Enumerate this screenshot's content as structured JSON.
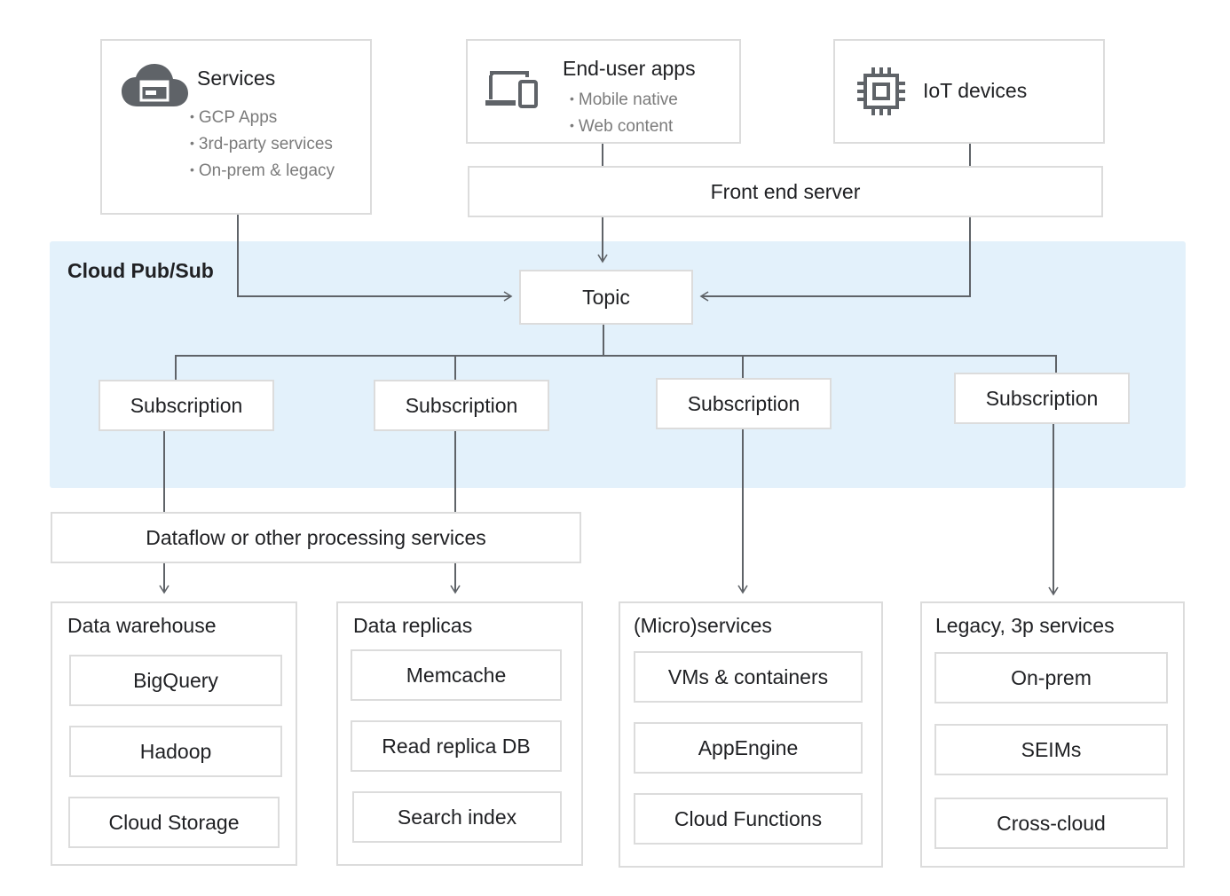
{
  "sources": {
    "services": {
      "title": "Services",
      "items": [
        "GCP Apps",
        "3rd-party services",
        "On-prem & legacy"
      ],
      "icon": "cloud-icon"
    },
    "enduser": {
      "title": "End-user apps",
      "items": [
        "Mobile native",
        "Web content"
      ],
      "icon": "devices-icon"
    },
    "iot": {
      "title": "IoT devices",
      "icon": "chip-icon"
    }
  },
  "frontend": {
    "label": "Front end server"
  },
  "pubsub": {
    "label": "Cloud Pub/Sub",
    "topic": "Topic",
    "subscriptions": [
      "Subscription",
      "Subscription",
      "Subscription",
      "Subscription"
    ]
  },
  "dataflow": {
    "label": "Dataflow or other processing services"
  },
  "groups": [
    {
      "title": "Data warehouse",
      "items": [
        "BigQuery",
        "Hadoop",
        "Cloud Storage"
      ]
    },
    {
      "title": "Data replicas",
      "items": [
        "Memcache",
        "Read replica DB",
        "Search index"
      ]
    },
    {
      "title": "(Micro)services",
      "items": [
        "VMs & containers",
        "AppEngine",
        "Cloud Functions"
      ]
    },
    {
      "title": "Legacy, 3p services",
      "items": [
        "On-prem",
        "SEIMs",
        "Cross-cloud"
      ]
    }
  ],
  "colors": {
    "pubsub_bg": "#e3f1fb",
    "border": "#dcdcdc",
    "line": "#5f6368",
    "muted_text": "#7b7b7b"
  }
}
